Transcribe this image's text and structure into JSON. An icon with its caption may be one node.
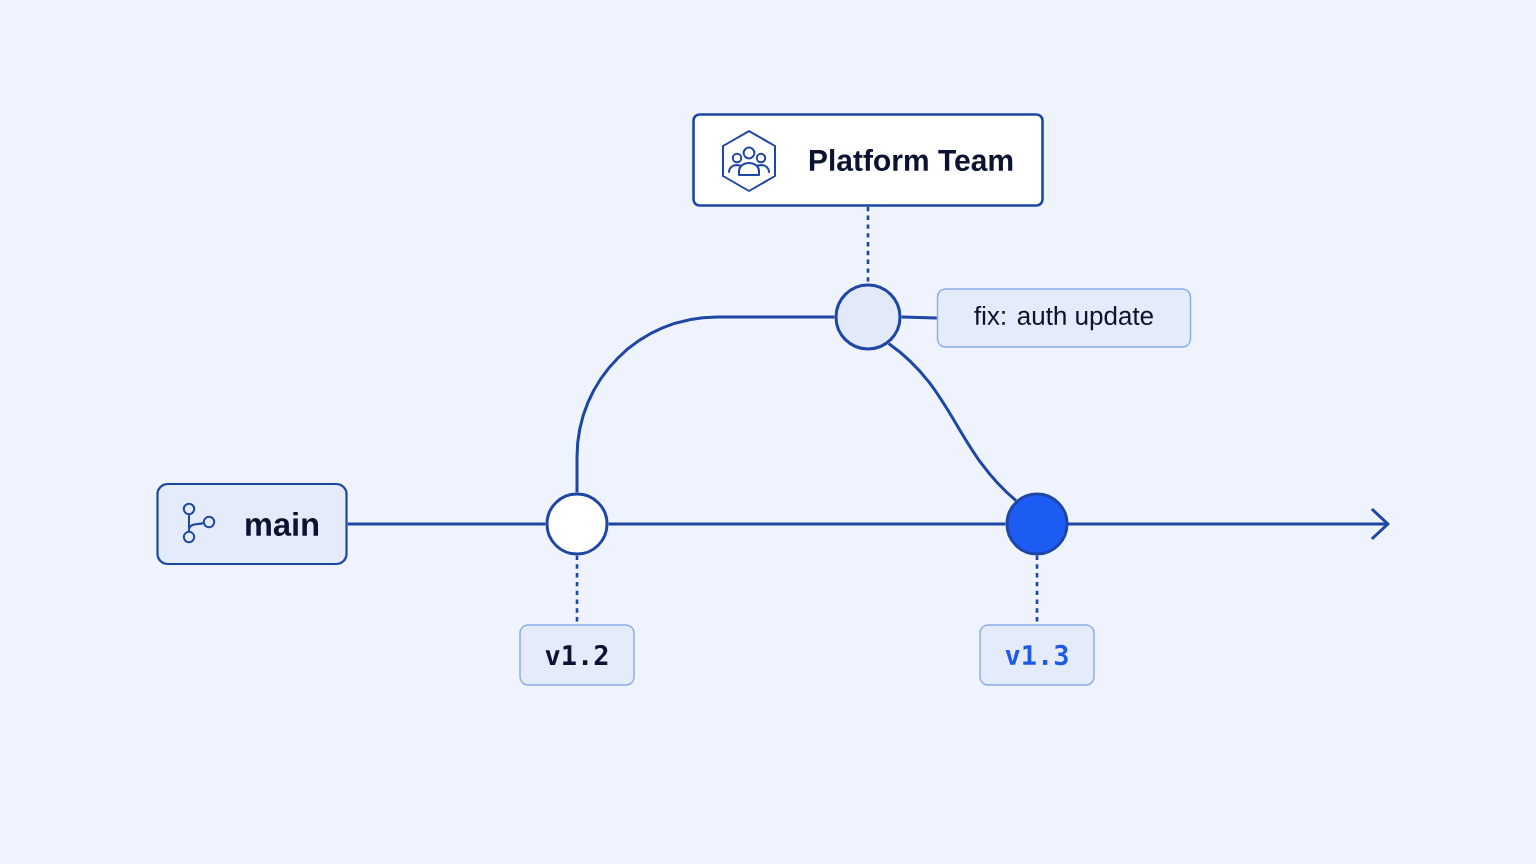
{
  "diagram": {
    "nodes": [
      {
        "text": [
          "Platform Team"
        ]
      },
      {
        "text": [],
        "shape": "circle"
      },
      {
        "text": [
          "fix: auth update"
        ]
      },
      {
        "text": [
          "main"
        ]
      },
      {
        "text": [],
        "shape": "circle"
      },
      {
        "text": [],
        "shape": "circle"
      },
      {
        "text": [
          "v1.2"
        ]
      },
      {
        "text": [
          "v1.3"
        ]
      }
    ],
    "edges": [
      {
        "from": 3,
        "to": 4,
        "arrow": "none"
      },
      {
        "from": 4,
        "to": 5,
        "arrow": "none"
      },
      {
        "from": 5,
        "to": null,
        "arrow": "to"
      },
      {
        "from": 4,
        "to": 1,
        "arrow": "none"
      },
      {
        "from": 1,
        "to": 5,
        "arrow": "none"
      },
      {
        "from": 0,
        "to": 1,
        "arrow": "none",
        "style": "dashed"
      },
      {
        "from": 1,
        "to": 2,
        "arrow": "none"
      },
      {
        "from": 4,
        "to": 6,
        "arrow": "none",
        "style": "dashed"
      },
      {
        "from": 5,
        "to": 7,
        "arrow": "none",
        "style": "dashed"
      }
    ]
  }
}
